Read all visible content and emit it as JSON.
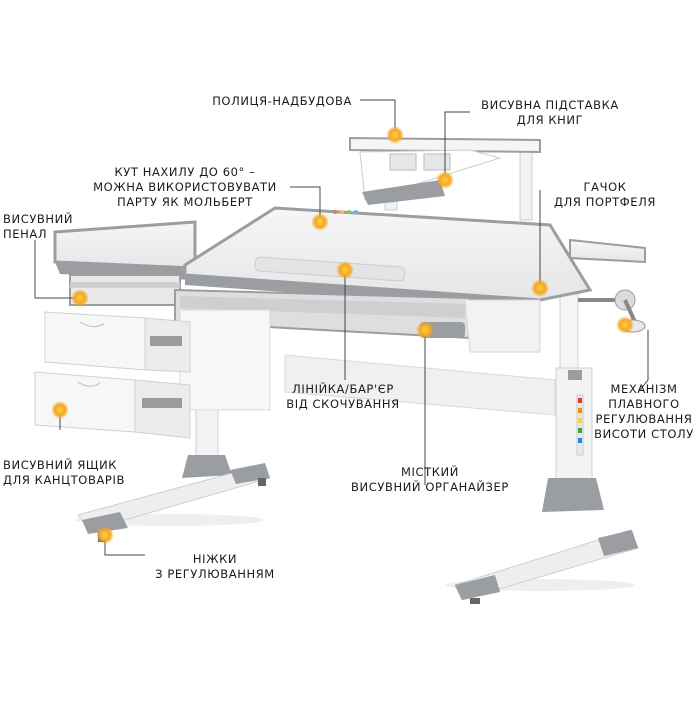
{
  "callouts": {
    "shelf": [
      "ПОЛИЦЯ-НАДБУДОВА"
    ],
    "book_stand": [
      "ВИСУВНА ПІДСТАВКА",
      "ДЛЯ КНИГ"
    ],
    "tilt": [
      "КУТ НАХИЛУ ДО 60° –",
      "МОЖНА ВИКОРИСТОВУВАТИ",
      "ПАРТУ ЯК МОЛЬБЕРТ"
    ],
    "bag_hook": [
      "ГАЧОК",
      "ДЛЯ ПОРТФЕЛЯ"
    ],
    "pencil_case": [
      "ВИСУВНИЙ",
      "ПЕНАЛ"
    ],
    "ruler": [
      "ЛІНІЙКА/БАР'ЄР",
      "ВІД СКОЧУВАННЯ"
    ],
    "height_mechanism": [
      "МЕХАНІЗМ",
      "ПЛАВНОГО",
      "РЕГУЛЮВАННЯ",
      "ВИСОТИ СТОЛУ"
    ],
    "drawer": [
      "ВИСУВНИЙ ЯЩИК",
      "ДЛЯ КАНЦТОВАРІВ"
    ],
    "organizer": [
      "МІСТКИЙ",
      "ВИСУВНИЙ ОРГАНАЙЗЕР"
    ],
    "legs": [
      "НІЖКИ",
      "З РЕГУЛЮВАННЯМ"
    ]
  },
  "colors": {
    "marker": "#f5a623",
    "gray_trim": "#9a9da1",
    "light_panel": "#f1f1f1",
    "leader": "#444444"
  }
}
